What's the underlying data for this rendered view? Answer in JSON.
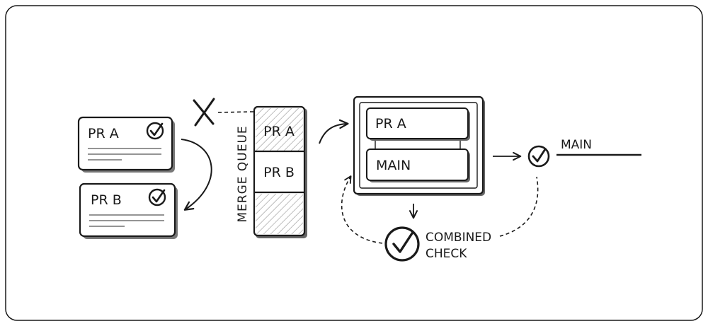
{
  "pr_cards": {
    "a": {
      "label": "PR A",
      "status": "approved"
    },
    "b": {
      "label": "PR B",
      "status": "approved"
    }
  },
  "merge_queue": {
    "label": "MERGE QUEUE",
    "slots": [
      "PR A",
      "PR B",
      ""
    ]
  },
  "combined_build": {
    "top_label": "PR A",
    "bottom_label": "MAIN"
  },
  "combined_check": {
    "line1": "COMBINED",
    "line2": "CHECK"
  },
  "main_branch": {
    "label": "MAIN"
  },
  "colors": {
    "ink": "#1a1a1a",
    "hatch": "#9a9a9a",
    "background": "#ffffff"
  },
  "icons": [
    "check-circle-icon",
    "x-mark-icon"
  ]
}
